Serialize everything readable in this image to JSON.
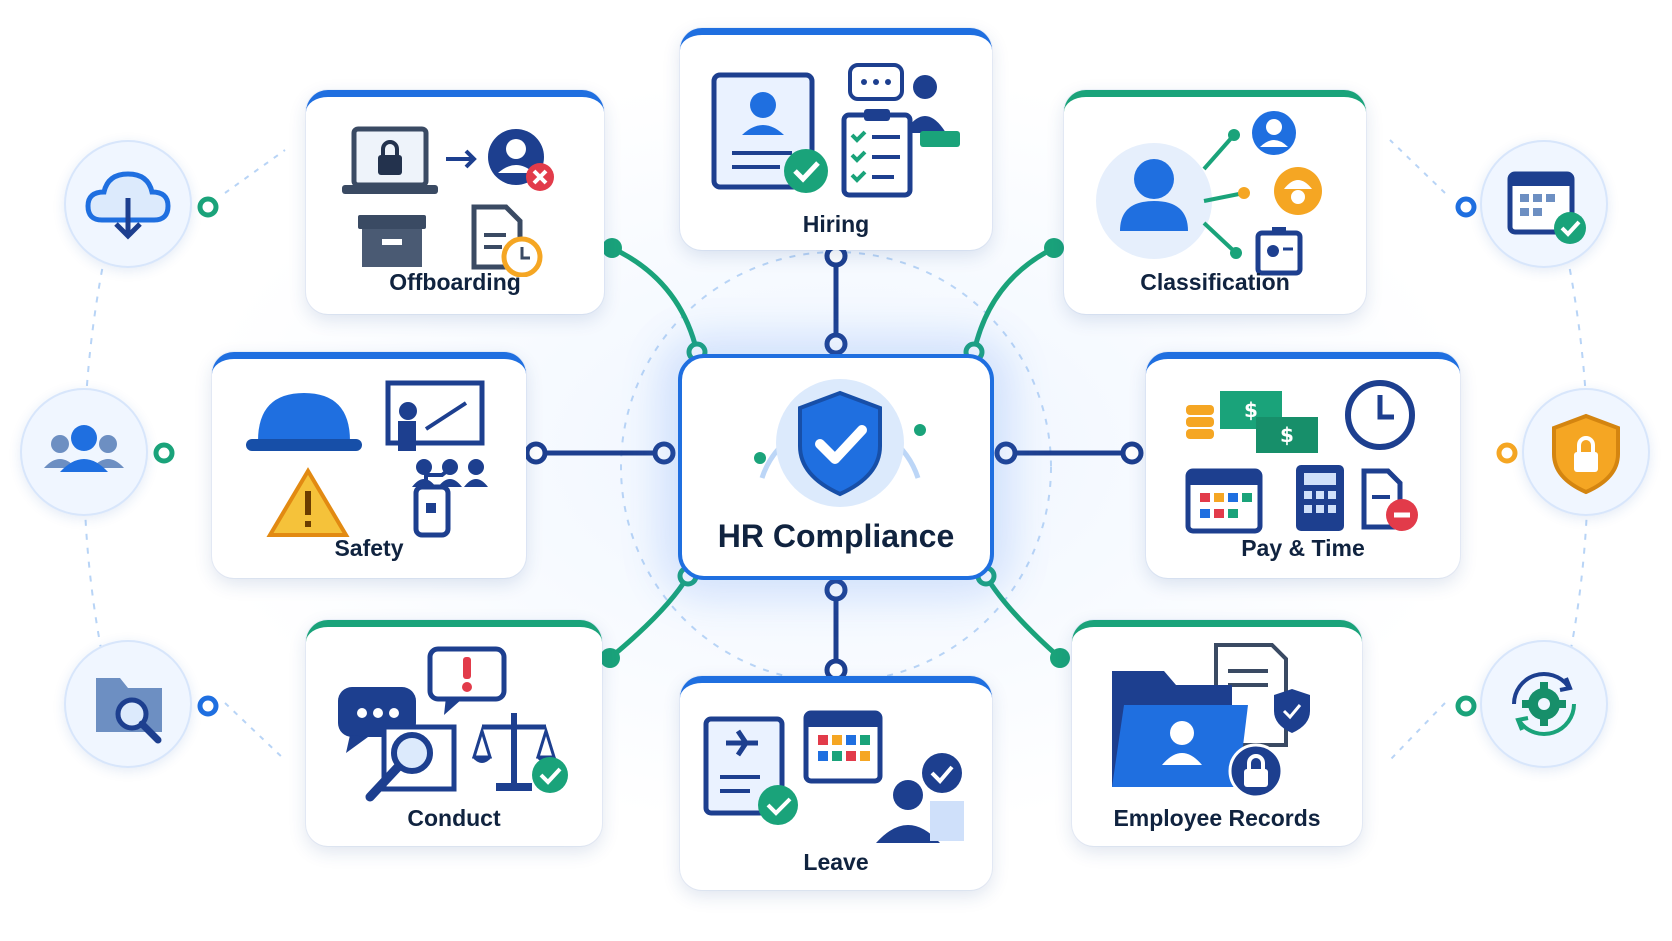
{
  "center": {
    "title": "HR Compliance",
    "icon": "shield-check-icon"
  },
  "modules": {
    "hiring": {
      "label": "Hiring",
      "icons": [
        "resume-check-icon",
        "interview-icon",
        "checklist-icon"
      ]
    },
    "offboarding": {
      "label": "Offboarding",
      "icons": [
        "laptop-lock-icon",
        "user-remove-icon",
        "archive-box-icon",
        "document-clock-icon"
      ]
    },
    "classification": {
      "label": "Classification",
      "icons": [
        "user-icon",
        "worker-icon",
        "id-badge-icon"
      ]
    },
    "safety": {
      "label": "Safety",
      "icons": [
        "hard-hat-icon",
        "training-icon",
        "warning-icon",
        "fire-extinguisher-icon"
      ]
    },
    "pay_time": {
      "label": "Pay & Time",
      "icons": [
        "money-icon",
        "clock-icon",
        "calendar-icon",
        "calculator-icon",
        "document-minus-icon"
      ]
    },
    "conduct": {
      "label": "Conduct",
      "icons": [
        "chat-icon",
        "alert-bubble-icon",
        "magnifier-icon",
        "scales-icon"
      ]
    },
    "leave": {
      "label": "Leave",
      "icons": [
        "travel-form-icon",
        "calendar-icon",
        "person-check-icon"
      ]
    },
    "employee_records": {
      "label": "Employee Records",
      "icons": [
        "folder-user-icon",
        "document-shield-icon",
        "lock-icon"
      ]
    }
  },
  "side_icons": [
    "cloud-download-icon",
    "team-icon",
    "folder-search-icon",
    "calendar-check-icon",
    "shield-lock-icon",
    "gear-sync-icon"
  ],
  "colors": {
    "blue": "#1f6fe0",
    "navy": "#1d3f8f",
    "green": "#1aa37a",
    "orange": "#f5a623",
    "red": "#e23b4a"
  }
}
